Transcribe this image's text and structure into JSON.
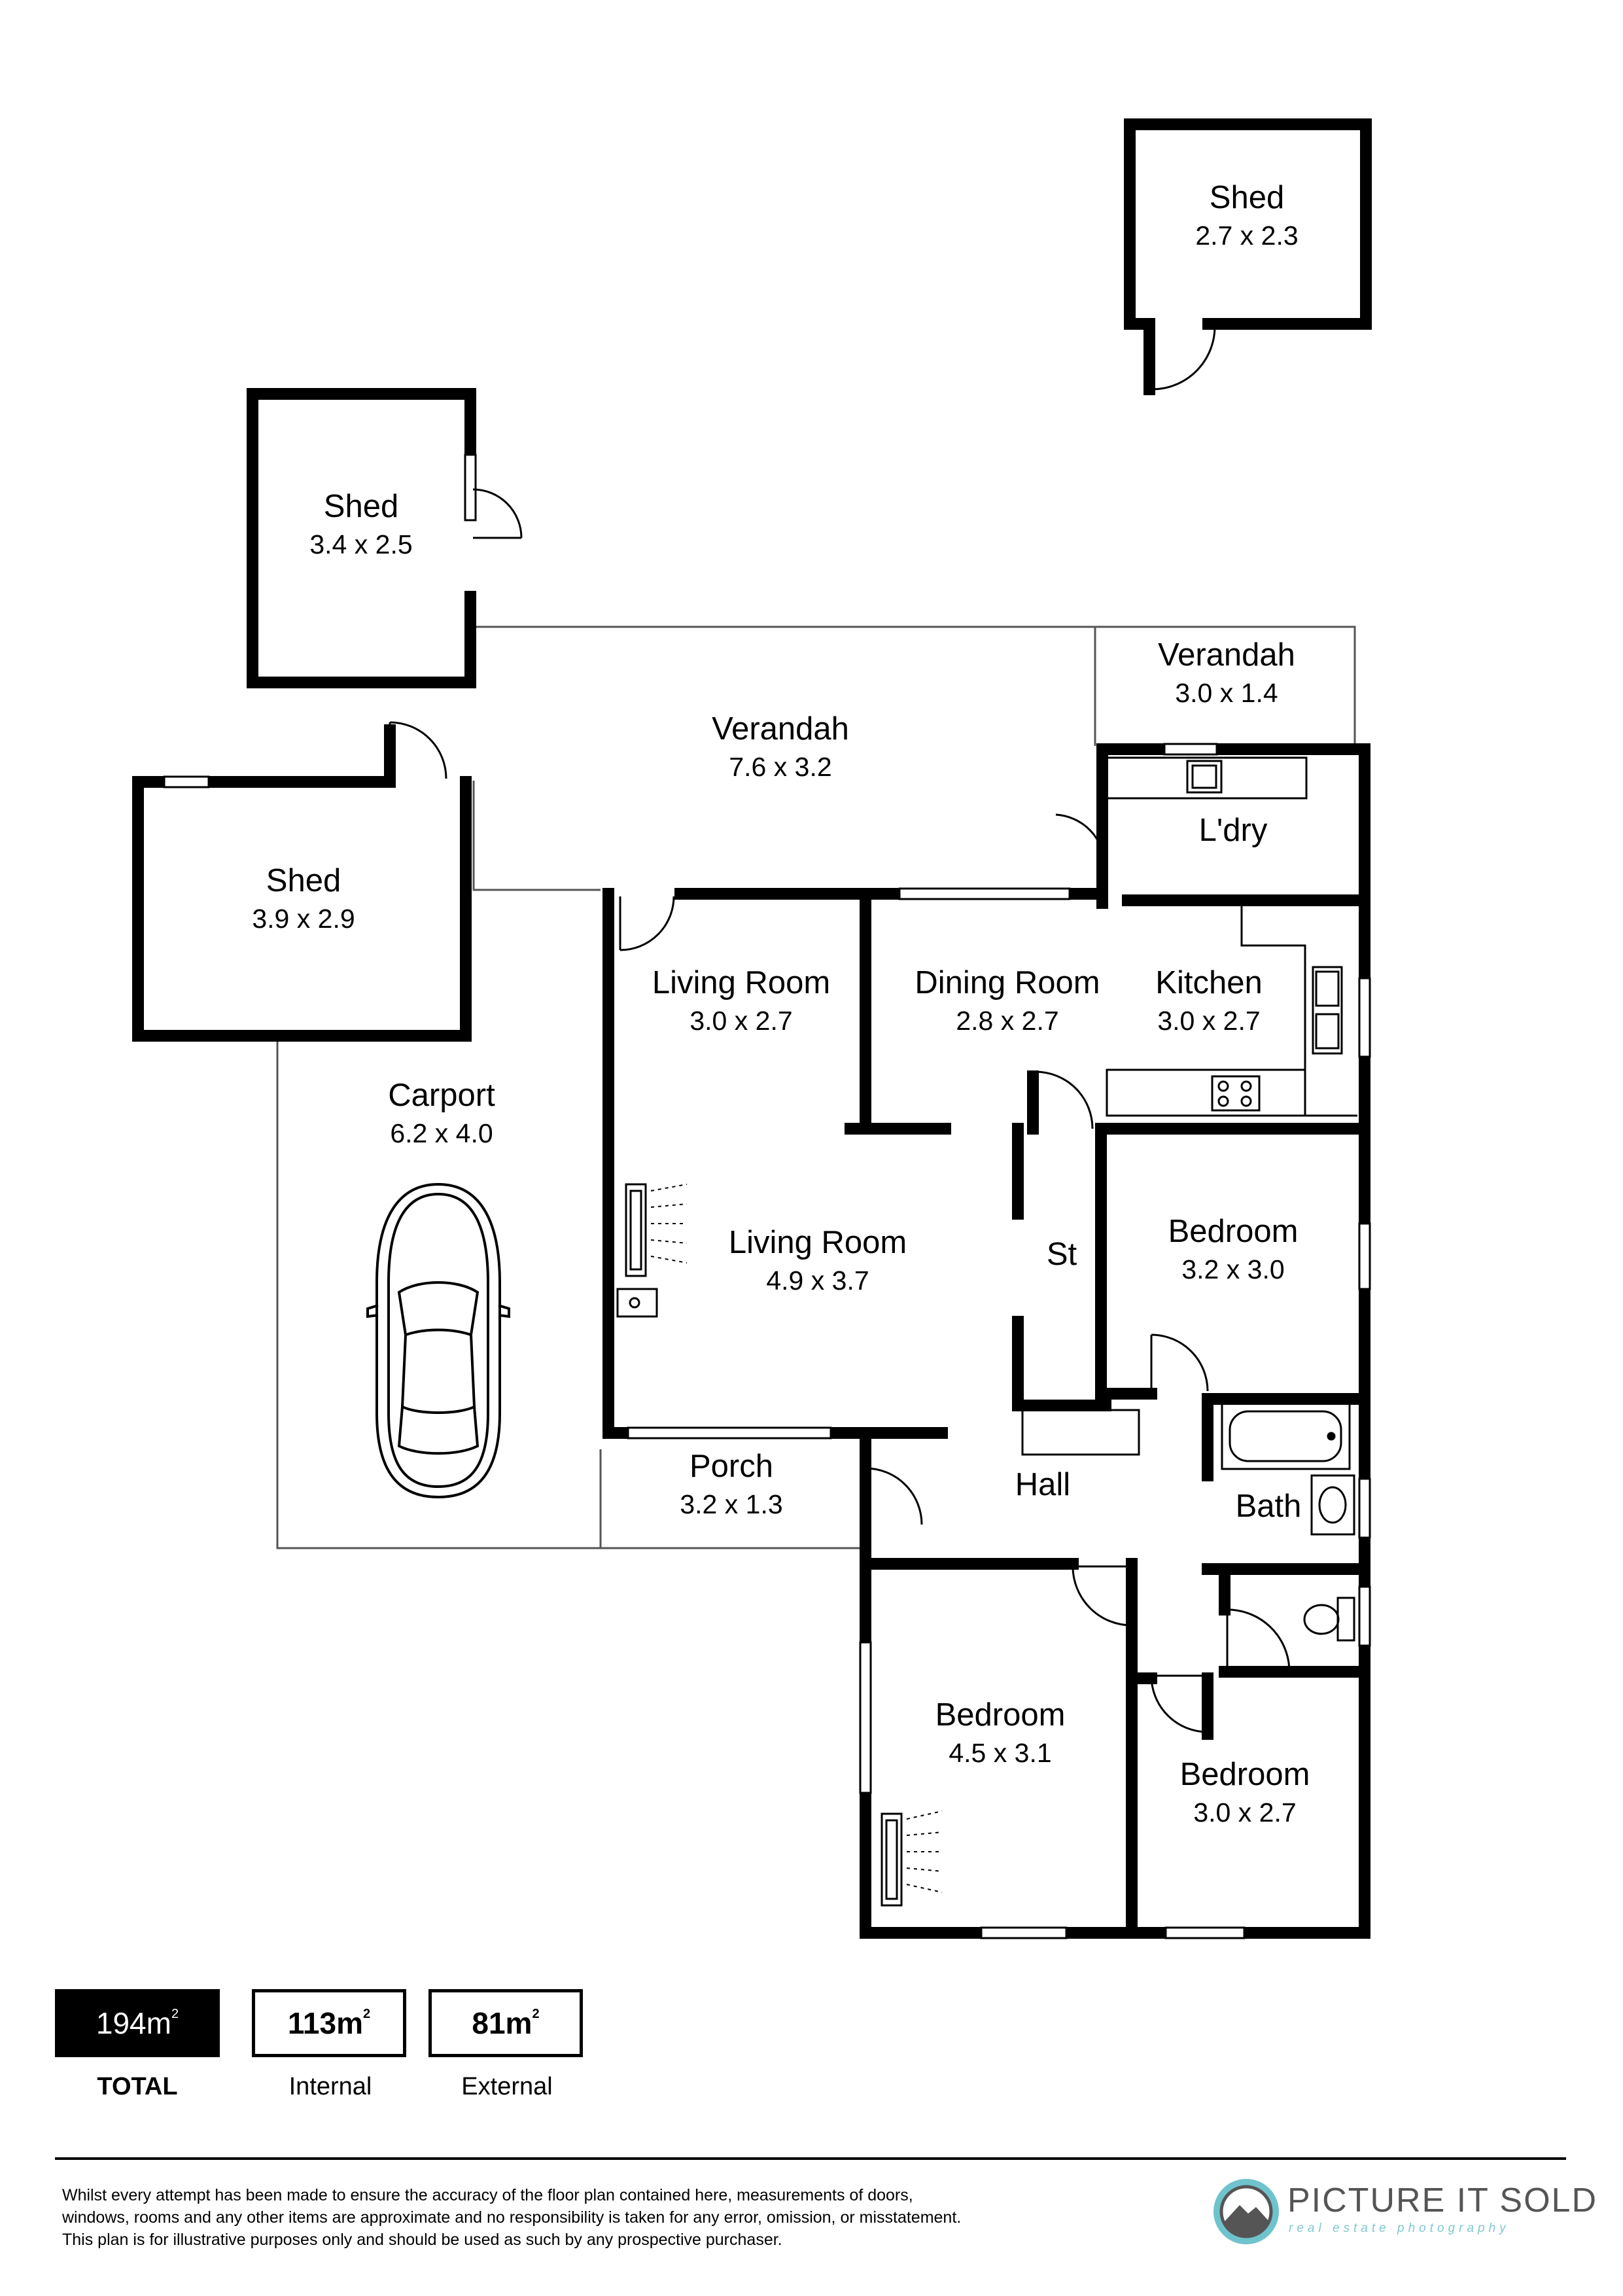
{
  "rooms": [
    {
      "id": "shed-a",
      "name": "Shed",
      "dims": "2.7 x 2.3"
    },
    {
      "id": "shed-b",
      "name": "Shed",
      "dims": "3.4 x 2.5"
    },
    {
      "id": "shed-c",
      "name": "Shed",
      "dims": "3.9 x 2.9"
    },
    {
      "id": "verandah-main",
      "name": "Verandah",
      "dims": "7.6 x 3.2"
    },
    {
      "id": "verandah-side",
      "name": "Verandah",
      "dims": "3.0 x 1.4"
    },
    {
      "id": "laundry",
      "name": "L'dry",
      "dims": ""
    },
    {
      "id": "living-room-small",
      "name": "Living Room",
      "dims": "3.0 x 2.7"
    },
    {
      "id": "dining-room",
      "name": "Dining Room",
      "dims": "2.8 x 2.7"
    },
    {
      "id": "kitchen",
      "name": "Kitchen",
      "dims": "3.0 x 2.7"
    },
    {
      "id": "carport",
      "name": "Carport",
      "dims": "6.2 x 4.0"
    },
    {
      "id": "living-room-main",
      "name": "Living Room",
      "dims": "4.9 x 3.7"
    },
    {
      "id": "store",
      "name": "St",
      "dims": ""
    },
    {
      "id": "bedroom-1",
      "name": "Bedroom",
      "dims": "3.2 x 3.0"
    },
    {
      "id": "porch",
      "name": "Porch",
      "dims": "3.2 x 1.3"
    },
    {
      "id": "hall",
      "name": "Hall",
      "dims": ""
    },
    {
      "id": "bath",
      "name": "Bath",
      "dims": ""
    },
    {
      "id": "bedroom-2",
      "name": "Bedroom",
      "dims": "4.5 x 3.1"
    },
    {
      "id": "bedroom-3",
      "name": "Bedroom",
      "dims": "3.0 x 2.7"
    }
  ],
  "areas": {
    "total": {
      "value": "194m",
      "sup": "2",
      "caption": "TOTAL"
    },
    "internal": {
      "value": "113m",
      "sup": "2",
      "caption": "Internal"
    },
    "external": {
      "value": "81m",
      "sup": "2",
      "caption": "External"
    }
  },
  "disclaimer": [
    "Whilst every attempt has been made to ensure the accuracy of the floor plan contained here, measurements of doors,",
    "windows, rooms and any other items are approximate and no responsibility is taken for any error, omission, or misstatement.",
    "This plan is for illustrative purposes only and should be used as such by any prospective purchaser."
  ],
  "brand": {
    "name": "PICTURE IT SOLD",
    "tagline": "real estate photography",
    "accent": "#6fc3cc"
  }
}
